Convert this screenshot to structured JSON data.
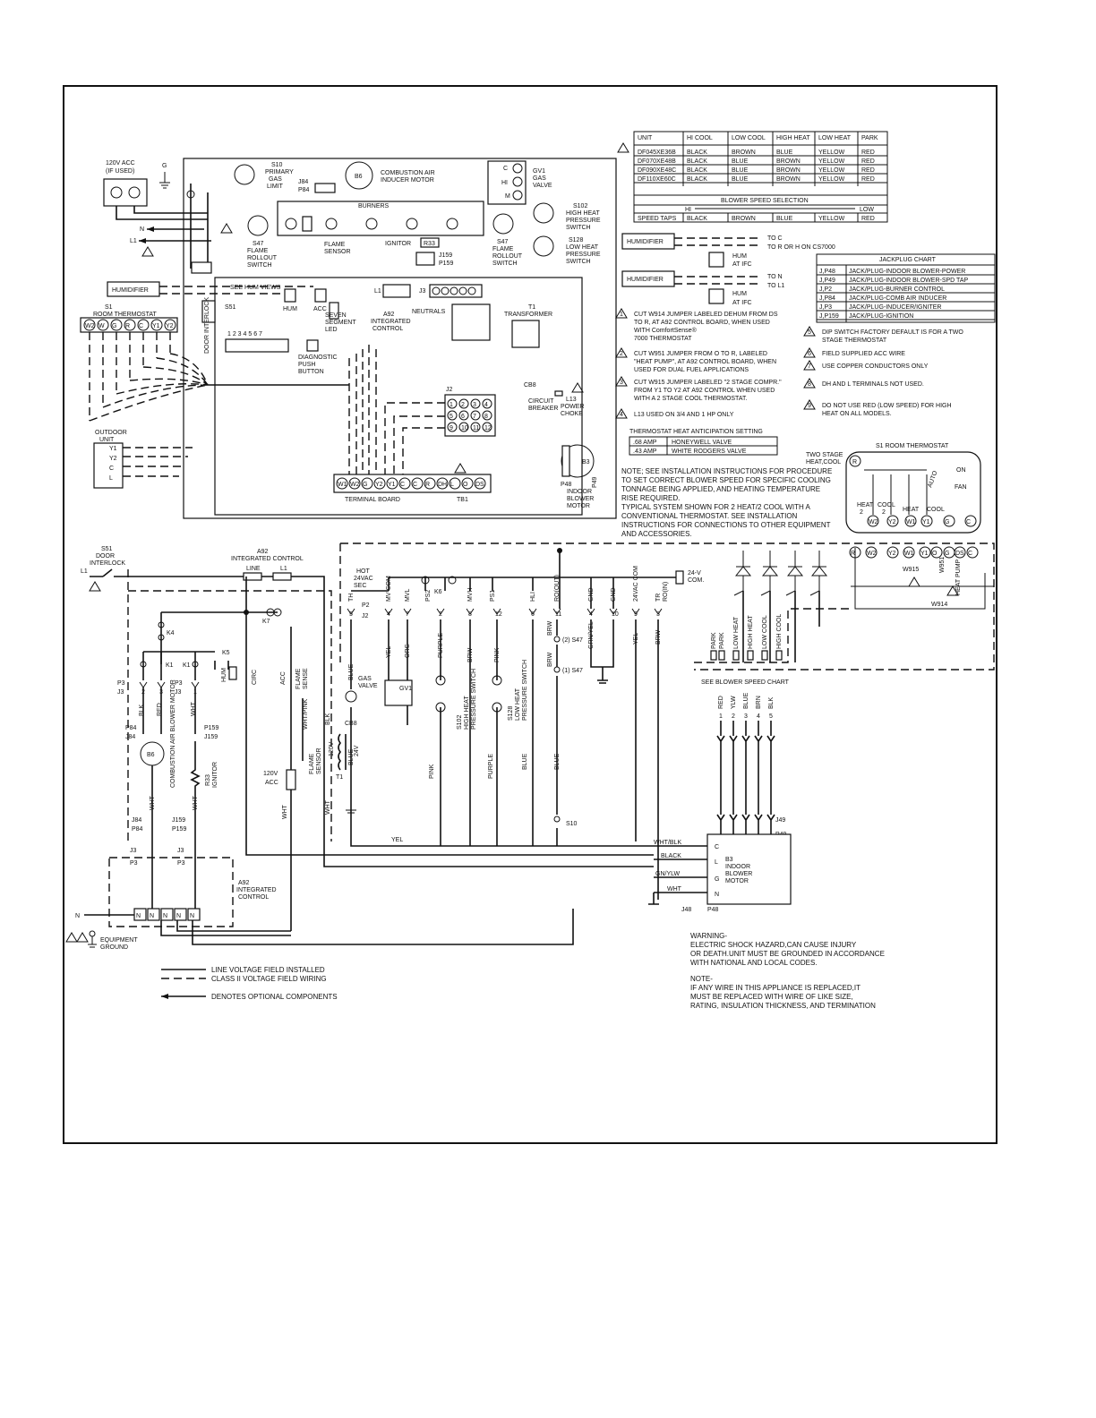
{
  "top": {
    "acc_120v": "120V ACC",
    "acc_if_used": "(IF USED)",
    "g_label": "G",
    "n_label": "N",
    "l1_label": "L1",
    "s10": [
      "S10",
      "PRIMARY",
      "GAS",
      "LIMIT"
    ],
    "j84_p84": [
      "J84",
      "P84"
    ],
    "b6_label": "B6",
    "comb_motor": [
      "COMBUSTION AIR",
      "INDUCER MOTOR"
    ],
    "gv1_terms": [
      "C",
      "HI",
      "M"
    ],
    "gv1_label": [
      "GV1",
      "GAS",
      "VALVE"
    ],
    "burners": "BURNERS",
    "s47_left": [
      "S47",
      "FLAME",
      "ROLLOUT",
      "SWITCH"
    ],
    "flame_sensor": [
      "FLAME",
      "SENSOR"
    ],
    "ignitor": "IGNITOR",
    "r33": "R33",
    "j159_p159": [
      "J159",
      "P159"
    ],
    "s47_right": [
      "S47",
      "FLAME",
      "ROLLOUT",
      "SWITCH"
    ],
    "s102": [
      "S102",
      "HIGH HEAT",
      "PRESSURE",
      "SWITCH"
    ],
    "s128": [
      "S128",
      "LOW HEAT",
      "PRESSURE",
      "SWITCH"
    ],
    "humidifier": "HUMIDIFIER",
    "see_hum_views": "SEE HUM VIEWS",
    "hum": "HUM",
    "acc": "ACC",
    "l1_conn": "L1",
    "j3_label": "J3",
    "s51": "S51",
    "door_interlock": "DOOR INTERLOCK",
    "seven_segment": [
      "SEVEN",
      "SEGMENT",
      "LED"
    ],
    "a92": [
      "A92",
      "INTEGRATED",
      "CONTROL"
    ],
    "neutrals": "NEUTRALS",
    "t1": [
      "T1",
      "TRANSFORMER"
    ],
    "dip_numbers": "1 2 3 4 5 6 7",
    "diag": [
      "DIAGNOSTIC",
      "PUSH",
      "BUTTON"
    ],
    "s1_room_thermostat": [
      "S1",
      "ROOM THERMOSTAT"
    ],
    "thermo_terms": [
      "W2",
      "W",
      "G",
      "R",
      "C",
      "Y1",
      "Y2"
    ],
    "cb8": "CB8",
    "circuit_breaker": [
      "CIRCUIT",
      "BREAKER"
    ],
    "l13": [
      "L13",
      "POWER",
      "CHOKE"
    ],
    "j2": "J2",
    "j2_pins": [
      "1",
      "2",
      "3",
      "4",
      "5",
      "6",
      "7",
      "8",
      "9",
      "10",
      "11",
      "12"
    ],
    "b3": "B3",
    "p48": "P48",
    "p49": "P49",
    "indoor_blower": [
      "INDOOR",
      "BLOWER",
      "MOTOR"
    ],
    "outdoor_unit": [
      "OUTDOOR",
      "UNIT"
    ],
    "outdoor_terms": [
      "Y1",
      "Y2",
      "C",
      "L"
    ],
    "tb_terms": [
      "W1",
      "W2",
      "G",
      "Y2",
      "Y1",
      "C",
      "C",
      "R",
      "DH",
      "L",
      "O",
      "DS"
    ],
    "terminal_board": "TERMINAL BOARD",
    "tb1": "TB1"
  },
  "speed_table": {
    "headers": [
      "UNIT",
      "HI COOL",
      "LOW COOL",
      "HIGH HEAT",
      "LOW HEAT",
      "PARK"
    ],
    "rows": [
      [
        "DF045XE36B",
        "BLACK",
        "BROWN",
        "BLUE",
        "YELLOW",
        "RED"
      ],
      [
        "DF070XE48B",
        "BLACK",
        "BLUE",
        "BROWN",
        "YELLOW",
        "RED"
      ],
      [
        "DF090XE48C",
        "BLACK",
        "BLUE",
        "BROWN",
        "YELLOW",
        "RED"
      ],
      [
        "DF110XE60C",
        "BLACK",
        "BLUE",
        "BROWN",
        "YELLOW",
        "RED"
      ]
    ],
    "selection_title": "BLOWER SPEED SELECTION",
    "hi": "HI",
    "low": "LOW",
    "taps": [
      "SPEED TAPS",
      "BLACK",
      "BROWN",
      "BLUE",
      "YELLOW",
      "RED"
    ]
  },
  "hum_views": {
    "humidifier": "HUMIDIFIER",
    "to_c": "TO C",
    "to_r_or_h": "TO R OR H ON CS7000",
    "to_n": "TO N",
    "to_l1": "TO L1",
    "hum": "HUM",
    "at_ifc": "AT IFC"
  },
  "jackplug": {
    "title": "JACKPLUG CHART",
    "rows": [
      [
        "J,P48",
        "JACK/PLUG-INDOOR BLOWER-POWER"
      ],
      [
        "J,P49",
        "JACK/PLUG-INDOOR BLOWER-SPD TAP"
      ],
      [
        "J,P2",
        "JACK/PLUG-BURNER CONTROL"
      ],
      [
        "J,P84",
        "JACK/PLUG-COMB AIR INDUCER"
      ],
      [
        "J,P3",
        "JACK/PLUG-INDUCER/IGNITER"
      ],
      [
        "J,P159",
        "JACK/PLUG-IGNITION"
      ]
    ]
  },
  "notes_left": [
    {
      "n": "1",
      "lines": [
        "CUT W914 JUMPER LABELED DEHUM FROM DS",
        "TO R, AT A92 CONTROL BOARD, WHEN USED",
        "WITH ComfortSense®",
        "7000 THERMOSTAT"
      ]
    },
    {
      "n": "2",
      "lines": [
        "CUT W951 JUMPER FROM O TO R, LABELED",
        "\"HEAT PUMP\", AT A92 CONTROL BOARD, WHEN",
        "USED FOR DUAL FUEL APPLICATIONS"
      ]
    },
    {
      "n": "3",
      "lines": [
        "CUT W915 JUMPER LABELED \"2 STAGE COMPR.\"",
        "FROM Y1 TO Y2 AT A92 CONTROL WHEN USED",
        "WITH A 2 STAGE COOL THERMOSTAT."
      ]
    },
    {
      "n": "4",
      "lines": [
        "L13 USED ON 3/4 AND 1 HP ONLY"
      ]
    }
  ],
  "notes_right": [
    {
      "n": "5",
      "lines": [
        "DIP SWITCH FACTORY DEFAULT IS FOR A TWO",
        "STAGE THERMOSTAT"
      ]
    },
    {
      "n": "6",
      "lines": [
        "FIELD SUPPLIED ACC WIRE"
      ]
    },
    {
      "n": "7",
      "lines": [
        "USE COPPER CONDUCTORS ONLY"
      ]
    },
    {
      "n": "8",
      "lines": [
        "DH AND L TERMINALS NOT USED."
      ]
    },
    {
      "n": "9",
      "lines": [
        "DO NOT USE RED (LOW SPEED) FOR HIGH",
        "HEAT ON ALL MODELS."
      ]
    }
  ],
  "anticipation": {
    "title": "THERMOSTAT HEAT ANTICIPATION SETTING",
    "rows": [
      [
        ".68 AMP",
        "HONEYWELL VALVE"
      ],
      [
        ".43 AMP",
        "WHITE RODGERS VALVE"
      ]
    ]
  },
  "note_text": [
    "NOTE; SEE INSTALLATION INSTRUCTIONS FOR PROCEDURE",
    "TO SET CORRECT BLOWER SPEED FOR SPECIFIC COOLING",
    "TONNAGE BEING APPLIED, AND HEATING TEMPERATURE",
    "RISE REQUIRED.",
    "TYPICAL SYSTEM SHOWN FOR 2 HEAT/2 COOL WITH A",
    "CONVENTIONAL THERMOSTAT. SEE INSTALLATION",
    "INSTRUCTIONS FOR CONNECTIONS TO OTHER EQUIPMENT",
    "AND ACCESSORIES."
  ],
  "s1_box": {
    "title": "S1 ROOM THERMOSTAT",
    "two_stage": [
      "TWO STAGE",
      "HEAT,COOL"
    ],
    "on": "ON",
    "auto": "AUTO",
    "fan": "FAN",
    "heat2": [
      "HEAT",
      "2"
    ],
    "cool2": [
      "COOL",
      "2"
    ],
    "heat": "HEAT",
    "cool": "COOL",
    "r": "R",
    "terms": [
      "W2",
      "Y2",
      "W1",
      "Y1",
      "G",
      "C"
    ]
  },
  "ladder": {
    "s51": "S51",
    "door_interlock": [
      "DOOR",
      "INTERLOCK"
    ],
    "l1": "L1",
    "a92_top": [
      "A92",
      "INTEGRATED CONTROL"
    ],
    "line": "LINE",
    "l1_b": "L1",
    "k7": "K7",
    "k4": "K4",
    "k1": "K1",
    "k1b": "K1",
    "k5": "K5",
    "hum": "HUM",
    "circ": "CIRC",
    "acc": "ACC",
    "flame_sense": [
      "FLAME",
      "SENSE"
    ],
    "p3_j3_left": [
      "P3",
      "J3"
    ],
    "p3_j3_mid": [
      "P3",
      "J3"
    ],
    "pins_left": [
      "2",
      "3",
      "1"
    ],
    "blk": "BLK",
    "red": "RED",
    "wht": "WHT",
    "wht_pink": "WHT/PINK",
    "p84_j84": [
      "P84",
      "J84"
    ],
    "p159_j159": [
      "P159",
      "J159"
    ],
    "b6": "B6",
    "comb_motor": "COMBUSTION AIR BLOWER MOTOR",
    "r33": "R33",
    "ignitor": "IGNITOR",
    "acc_120v": [
      "120V",
      "ACC"
    ],
    "flame_sensor": [
      "FLAME",
      "SENSOR"
    ],
    "j84_p84b": [
      "J84",
      "P84"
    ],
    "j159_p159b": [
      "J159",
      "P159"
    ],
    "j3p3": [
      "J3",
      "P3"
    ],
    "j3p3b": [
      "J3",
      "P3"
    ],
    "a92_bottom": [
      "A92",
      "INTEGRATED",
      "CONTROL"
    ],
    "n_label": "N",
    "n_terms": [
      "N",
      "N",
      "N",
      "N",
      "N"
    ],
    "equipment_ground": [
      "EQUIPMENT",
      "GROUND"
    ],
    "hot_24vac": [
      "HOT",
      "24VAC",
      "SEC"
    ],
    "p2": "P2",
    "j2": "J2",
    "j2_top": [
      "TH",
      "MV COM",
      "MVL",
      "PS2",
      "MVH",
      "PS1",
      "HLI",
      "RO(OUT)",
      "GND",
      "GND",
      "24VAC COM",
      "TR",
      "RO(IN)"
    ],
    "j2_pins": [
      "5",
      "4",
      "7",
      "2",
      "8",
      "12",
      "6",
      "11",
      "4",
      "10",
      "9",
      "3"
    ],
    "k6": "K6",
    "v24_com": [
      "24-V",
      "COM."
    ],
    "blue": "BLUE",
    "cb8": "CB8",
    "gv1": [
      "GV1",
      "GAS",
      "VALVE"
    ],
    "yel": "YEL",
    "org": "ORG",
    "purple": "PURPLE",
    "brw": "BRW",
    "pink": "PINK",
    "s102": [
      "S102",
      "HIGH HEAT",
      "PRESSURE SWITCH"
    ],
    "s128": [
      "S128",
      "LOW HEAT",
      "PRESSURE SWITCH"
    ],
    "s47a": "(2) S47",
    "s47b": "(1) S47",
    "s10": "S10",
    "grn_yel": "GRN/YEL",
    "t1": "T1",
    "v120": "120V",
    "v24": "24V",
    "blower_taps": [
      "PARK",
      "PARK",
      "LOW HEAT",
      "HIGH HEAT",
      "LOW COOL",
      "HIGH COOL"
    ],
    "see_blower_chart": "SEE BLOWER SPEED CHART",
    "tap_colors": [
      "RED",
      "YLW",
      "BLUE",
      "BRN",
      "BLK"
    ],
    "tap_nums": [
      "1",
      "2",
      "3",
      "4",
      "5"
    ],
    "j49": "J49",
    "p49": "P49",
    "wht_blk": "WHT/BLK",
    "black": "BLACK",
    "gn_ylw": "GN/YLW",
    "wht2": "WHT",
    "b3_terms": [
      "C",
      "L",
      "G",
      "N"
    ],
    "b3": [
      "B3",
      "INDOOR",
      "BLOWER",
      "MOTOR"
    ],
    "j48": "J48",
    "p48": "P48",
    "w915": "W915",
    "w951": "W951",
    "w914": "W914",
    "heat_pump": "HEAT PUMP",
    "right_terms": [
      "R",
      "W2",
      "Y2",
      "W1",
      "Y1",
      "O",
      "G",
      "DS",
      "C"
    ]
  },
  "warning": [
    "WARNING-",
    "ELECTRIC SHOCK HAZARD,CAN CAUSE INJURY",
    "OR DEATH.UNIT MUST BE GROUNDED IN ACCORDANCE",
    "WITH NATIONAL AND LOCAL CODES."
  ],
  "note2": [
    "NOTE-",
    "IF ANY WIRE IN THIS APPLIANCE IS REPLACED,IT",
    "MUST BE REPLACED WITH WIRE OF LIKE SIZE,",
    "RATING, INSULATION THICKNESS, AND TERMINATION"
  ],
  "legend": {
    "line_voltage": "LINE VOLTAGE FIELD INSTALLED",
    "class2": "CLASS II VOLTAGE FIELD WIRING",
    "optional": "DENOTES OPTIONAL COMPONENTS"
  }
}
